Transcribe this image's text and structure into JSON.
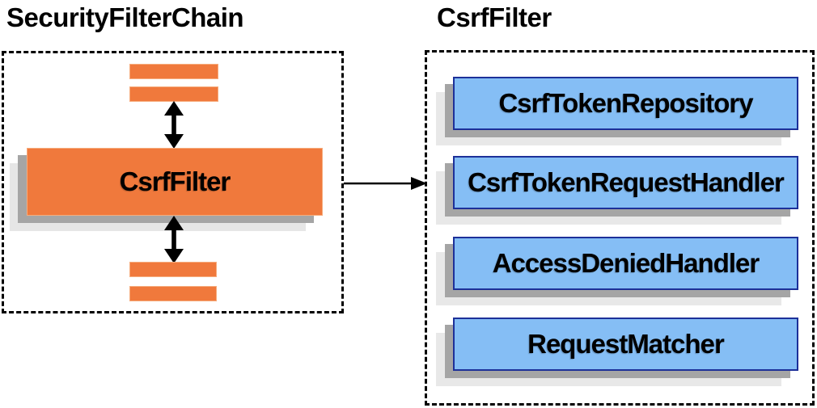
{
  "left_panel": {
    "title": "SecurityFilterChain",
    "filter_box_label": "CsrfFilter"
  },
  "right_panel": {
    "title": "CsrfFilter",
    "components": [
      "CsrfTokenRepository",
      "CsrfTokenRequestHandler",
      "AccessDeniedHandler",
      "RequestMatcher"
    ]
  },
  "colors": {
    "orange_fill": "#F0793C",
    "blue_fill": "#85BEF5",
    "blue_border": "#1D3099",
    "shadow_dark": "#A5A5A5",
    "shadow_light": "#E6E6E6",
    "arrow": "#000000",
    "dashed_border": "#000000"
  }
}
